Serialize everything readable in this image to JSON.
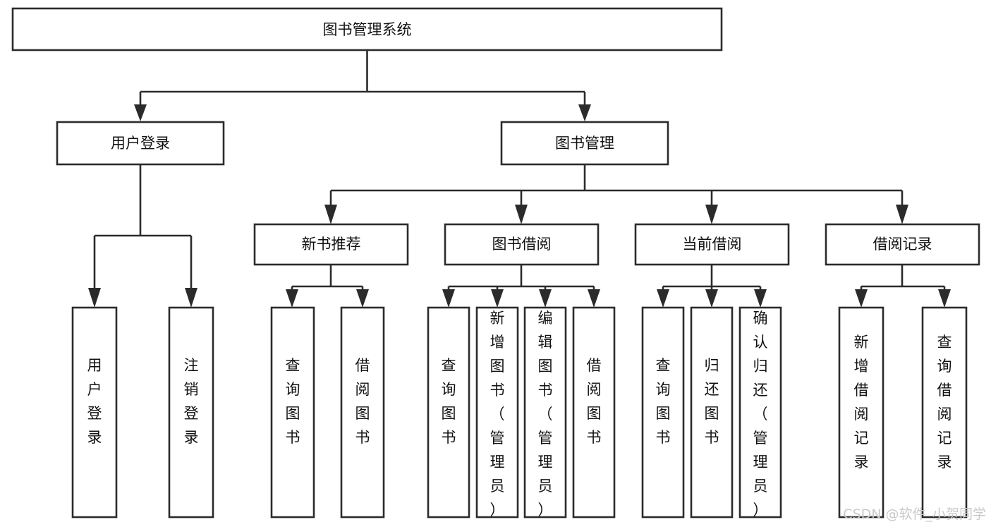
{
  "diagram": {
    "title": "图书管理系统",
    "type": "hierarchy-tree",
    "orientation": "top-down",
    "colors": {
      "box_stroke": "#2b2b2b",
      "box_fill": "#ffffff",
      "text": "#111111",
      "connector": "#2b2b2b",
      "watermark": "#c9c9c9",
      "background": "#ffffff"
    },
    "root": {
      "id": "root",
      "label": "图书管理系统",
      "orientation": "horizontal"
    },
    "level2": [
      {
        "id": "user-login",
        "label": "用户登录",
        "orientation": "horizontal"
      },
      {
        "id": "book-management",
        "label": "图书管理",
        "orientation": "horizontal"
      }
    ],
    "level3": [
      {
        "id": "new-book-recommend",
        "label": "新书推荐",
        "parent": "book-management",
        "orientation": "horizontal"
      },
      {
        "id": "book-borrow",
        "label": "图书借阅",
        "parent": "book-management",
        "orientation": "horizontal"
      },
      {
        "id": "current-borrow",
        "label": "当前借阅",
        "parent": "book-management",
        "orientation": "horizontal"
      },
      {
        "id": "borrow-record",
        "label": "借阅记录",
        "parent": "book-management",
        "orientation": "horizontal"
      }
    ],
    "leaves": [
      {
        "id": "leaf-user-login",
        "label": "用户登录",
        "parent": "user-login",
        "orientation": "vertical"
      },
      {
        "id": "leaf-logout-login",
        "label": "注销登录",
        "parent": "user-login",
        "orientation": "vertical"
      },
      {
        "id": "leaf-query-book-recommend",
        "label": "查询图书",
        "parent": "new-book-recommend",
        "orientation": "vertical"
      },
      {
        "id": "leaf-borrow-book-recommend",
        "label": "借阅图书",
        "parent": "new-book-recommend",
        "orientation": "vertical"
      },
      {
        "id": "leaf-query-book-borrow",
        "label": "查询图书",
        "parent": "book-borrow",
        "orientation": "vertical"
      },
      {
        "id": "leaf-add-book",
        "label": "新增图书（管理员）",
        "parent": "book-borrow",
        "orientation": "vertical"
      },
      {
        "id": "leaf-edit-book",
        "label": "编辑图书（管理员）",
        "parent": "book-borrow",
        "orientation": "vertical"
      },
      {
        "id": "leaf-borrow-book",
        "label": "借阅图书",
        "parent": "book-borrow",
        "orientation": "vertical"
      },
      {
        "id": "leaf-query-book-current",
        "label": "查询图书",
        "parent": "current-borrow",
        "orientation": "vertical"
      },
      {
        "id": "leaf-return-book",
        "label": "归还图书",
        "parent": "current-borrow",
        "orientation": "vertical"
      },
      {
        "id": "leaf-confirm-return",
        "label": "确认归还（管理员）",
        "parent": "current-borrow",
        "orientation": "vertical"
      },
      {
        "id": "leaf-add-borrow-record",
        "label": "新增借阅记录",
        "parent": "borrow-record",
        "orientation": "vertical"
      },
      {
        "id": "leaf-query-borrow-record",
        "label": "查询借阅记录",
        "parent": "borrow-record",
        "orientation": "vertical"
      }
    ],
    "watermark": "CSDN @软件_小贺同学"
  }
}
